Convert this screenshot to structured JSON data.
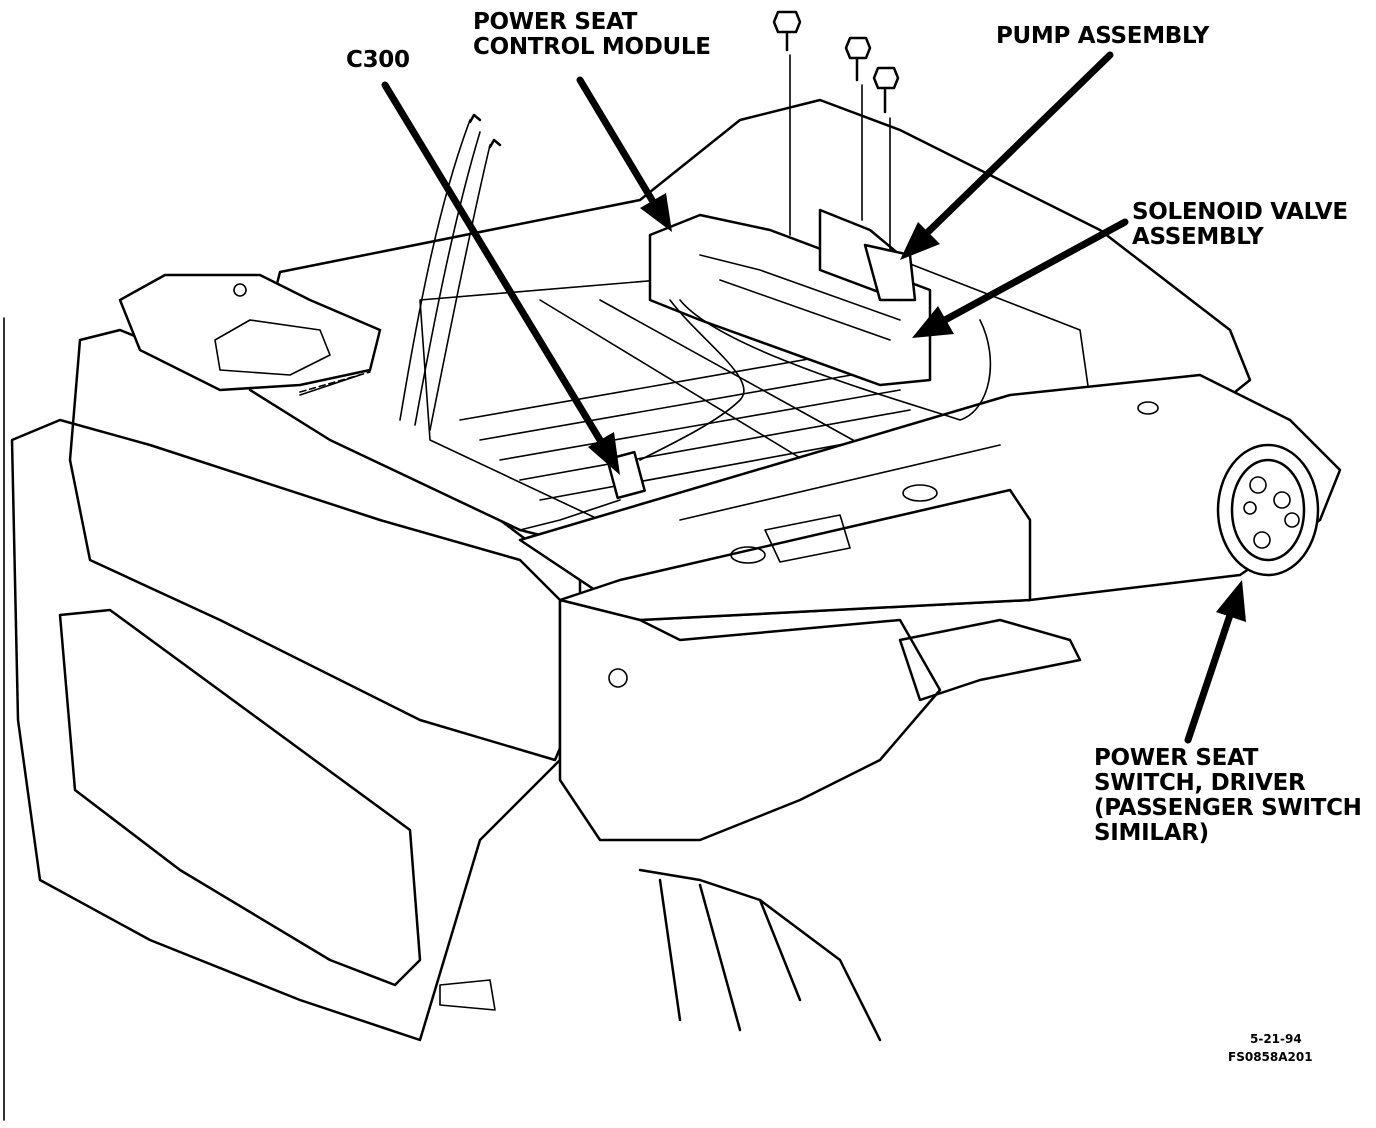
{
  "labels": {
    "c300": "C300",
    "power_seat_control_module": [
      "POWER SEAT",
      "CONTROL MODULE"
    ],
    "pump_assembly": "PUMP ASSEMBLY",
    "solenoid_valve_assembly": [
      "SOLENOID VALVE",
      "ASSEMBLY"
    ],
    "power_seat_switch": [
      "POWER SEAT",
      "SWITCH, DRIVER",
      "(PASSENGER SWITCH",
      "SIMILAR)"
    ]
  },
  "figure_codes": {
    "date": "5-21-94",
    "figure_id": "FS0858A201"
  },
  "colors": {
    "ink": "#000000",
    "paper": "#ffffff"
  }
}
